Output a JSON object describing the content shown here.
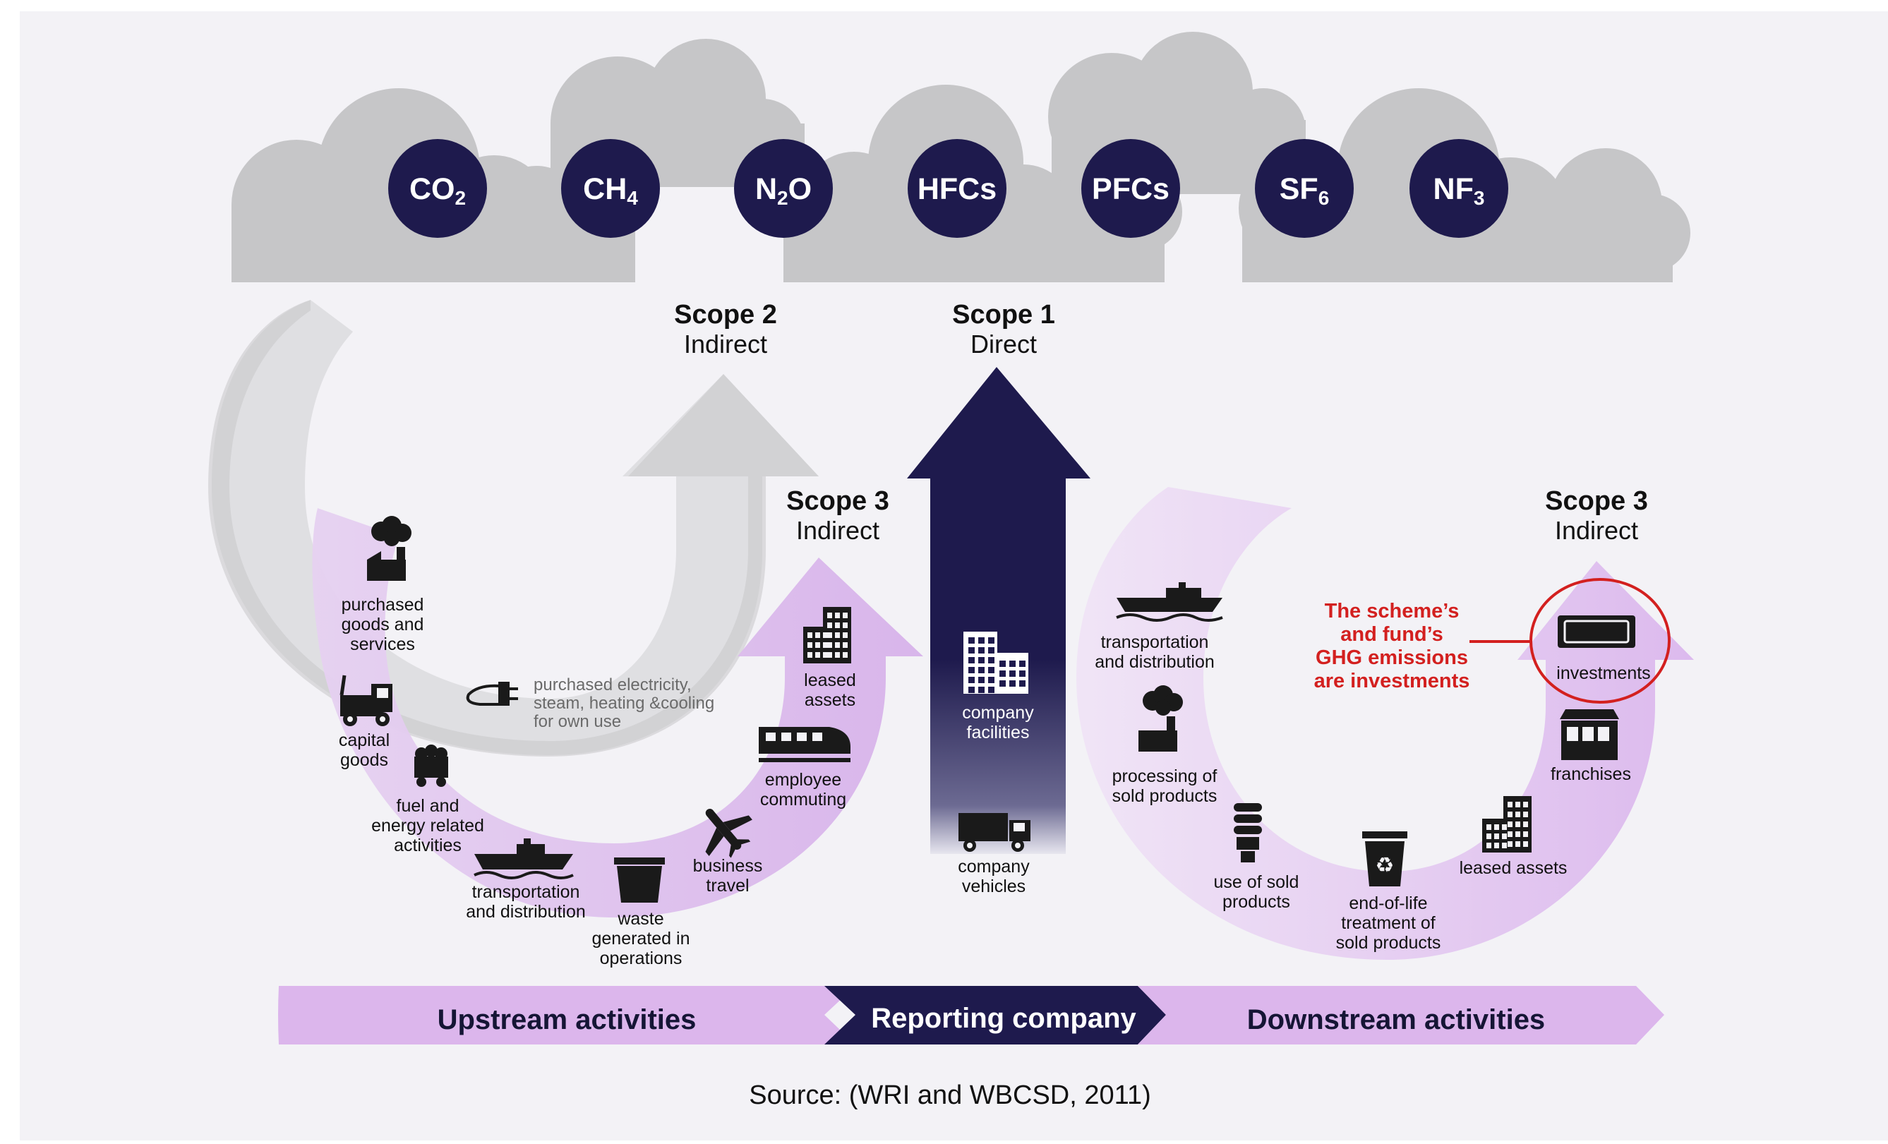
{
  "gases": [
    {
      "base": "CO",
      "sub": "2"
    },
    {
      "base": "CH",
      "sub": "4"
    },
    {
      "base": "N",
      "sub": "2",
      "rest": "O"
    },
    {
      "base": "HFCs",
      "sub": ""
    },
    {
      "base": "PFCs",
      "sub": ""
    },
    {
      "base": "SF",
      "sub": "6"
    },
    {
      "base": "NF",
      "sub": "3"
    }
  ],
  "scopes": {
    "scope2": {
      "title": "Scope 2",
      "subtitle": "Indirect"
    },
    "scope1": {
      "title": "Scope 1",
      "subtitle": "Direct"
    },
    "scope3_upstream": {
      "title": "Scope 3",
      "subtitle": "Indirect"
    },
    "scope3_downstream": {
      "title": "Scope 3",
      "subtitle": "Indirect"
    }
  },
  "upstream": {
    "purchased_goods": [
      "purchased",
      "goods and",
      "services"
    ],
    "capital_goods": [
      "capital",
      "goods"
    ],
    "fuel_energy": [
      "fuel and",
      "energy related",
      "activities"
    ],
    "transportation": [
      "transportation",
      "and distribution"
    ],
    "waste": [
      "waste",
      "generated in",
      "operations"
    ],
    "business_travel": [
      "business",
      "travel"
    ],
    "employee_commuting": [
      "employee",
      "commuting"
    ],
    "leased_assets": [
      "leased",
      "assets"
    ],
    "electricity": [
      "purchased electricity,",
      "steam, heating &cooling",
      "for own use"
    ]
  },
  "company": {
    "facilities": [
      "company",
      "facilities"
    ],
    "vehicles": [
      "company",
      "vehicles"
    ]
  },
  "downstream": {
    "transportation": [
      "transportation",
      "and distribution"
    ],
    "processing": [
      "processing of",
      "sold products"
    ],
    "use": [
      "use of sold",
      "products"
    ],
    "end_of_life": [
      "end-of-life",
      "treatment of",
      "sold products"
    ],
    "leased_assets": [
      "leased assets"
    ],
    "franchises": [
      "franchises"
    ],
    "investments": [
      "investments"
    ]
  },
  "annotation": [
    "The scheme’s",
    "and fund’s",
    "GHG emissions",
    "are investments"
  ],
  "bands": {
    "upstream": "Upstream activities",
    "reporting": "Reporting company",
    "downstream": "Downstream activities"
  },
  "source": "Source: (WRI and WBCSD, 2011)",
  "colors": {
    "navy": "#1e1a4d",
    "cloud": "#c6c6c8",
    "lilac": "#dcb6ec",
    "lilac_light": "#eddcf4",
    "annotation_red": "#d3201f",
    "icon_dark": "#1a1a1a"
  }
}
